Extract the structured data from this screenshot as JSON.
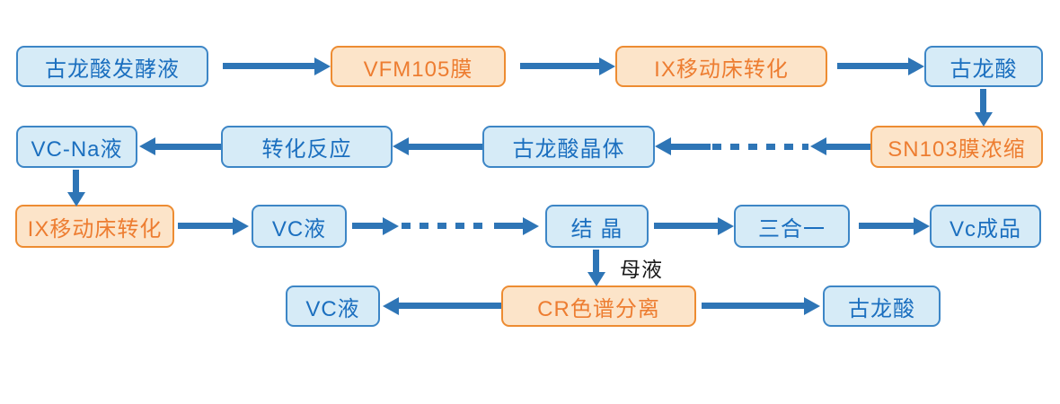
{
  "diagram": {
    "type": "flowchart",
    "description": "Vitamin C production process flow",
    "colors": {
      "arrow": "#2E75B6",
      "blue_fill": "#D6EBF7",
      "blue_border": "#3D86C6",
      "blue_text": "#1B6FBF",
      "orange_fill": "#FCE4C9",
      "orange_border": "#ED8C32",
      "orange_text": "#ED7D31",
      "label_text": "#1A1A1A"
    },
    "nodes": {
      "fermentation_broth": {
        "label": "古龙酸发酵液",
        "style": "blue"
      },
      "vfm105_membrane": {
        "label": "VFM105膜",
        "style": "orange"
      },
      "ix_moving_bed_top": {
        "label": "IX移动床转化",
        "style": "orange"
      },
      "gulonic_acid_top": {
        "label": "古龙酸",
        "style": "blue"
      },
      "sn103_membrane": {
        "label": "SN103膜浓缩",
        "style": "orange"
      },
      "gulonic_acid_crystal": {
        "label": "古龙酸晶体",
        "style": "blue"
      },
      "conversion_reaction": {
        "label": "转化反应",
        "style": "blue"
      },
      "vc_na_liquid": {
        "label": "VC-Na液",
        "style": "blue"
      },
      "ix_moving_bed_left": {
        "label": "IX移动床转化",
        "style": "orange"
      },
      "vc_liquid_mid": {
        "label": "VC液",
        "style": "blue"
      },
      "crystallization": {
        "label": "结 晶",
        "style": "blue"
      },
      "three_in_one": {
        "label": "三合一",
        "style": "blue"
      },
      "vc_product": {
        "label": "Vc成品",
        "style": "blue"
      },
      "vc_liquid_bottom": {
        "label": "VC液",
        "style": "blue"
      },
      "cr_chromatography": {
        "label": "CR色谱分离",
        "style": "orange"
      },
      "gulonic_acid_bottom": {
        "label": "古龙酸",
        "style": "blue"
      }
    },
    "edge_labels": {
      "mother_liquor": "母液"
    },
    "edges": [
      {
        "from": "fermentation_broth",
        "to": "vfm105_membrane",
        "style": "solid"
      },
      {
        "from": "vfm105_membrane",
        "to": "ix_moving_bed_top",
        "style": "solid"
      },
      {
        "from": "ix_moving_bed_top",
        "to": "gulonic_acid_top",
        "style": "solid"
      },
      {
        "from": "gulonic_acid_top",
        "to": "sn103_membrane",
        "style": "solid"
      },
      {
        "from": "sn103_membrane",
        "to": "gulonic_acid_crystal",
        "style": "dotted"
      },
      {
        "from": "gulonic_acid_crystal",
        "to": "conversion_reaction",
        "style": "solid"
      },
      {
        "from": "conversion_reaction",
        "to": "vc_na_liquid",
        "style": "solid"
      },
      {
        "from": "vc_na_liquid",
        "to": "ix_moving_bed_left",
        "style": "solid"
      },
      {
        "from": "ix_moving_bed_left",
        "to": "vc_liquid_mid",
        "style": "solid"
      },
      {
        "from": "vc_liquid_mid",
        "to": "crystallization",
        "style": "dotted"
      },
      {
        "from": "crystallization",
        "to": "three_in_one",
        "style": "solid"
      },
      {
        "from": "three_in_one",
        "to": "vc_product",
        "style": "solid"
      },
      {
        "from": "crystallization",
        "to": "cr_chromatography",
        "style": "solid",
        "label": "母液"
      },
      {
        "from": "cr_chromatography",
        "to": "vc_liquid_bottom",
        "style": "solid"
      },
      {
        "from": "cr_chromatography",
        "to": "gulonic_acid_bottom",
        "style": "solid"
      }
    ]
  }
}
